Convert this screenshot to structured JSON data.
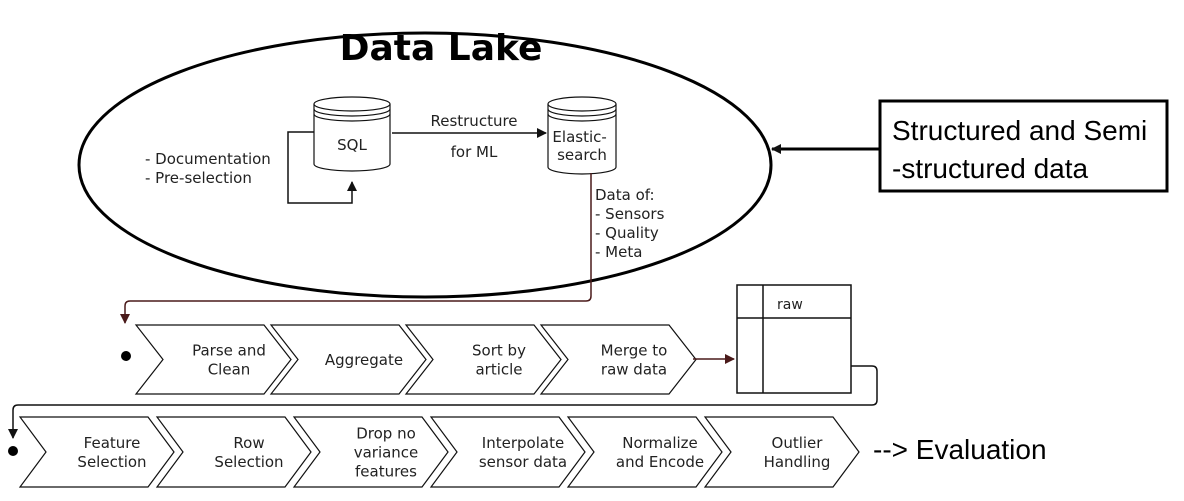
{
  "lake": {
    "title": "Data Lake",
    "sql_label": "SQL",
    "es_label": [
      "Elastic-",
      "search"
    ],
    "restructure": [
      "Restructure",
      "for ML"
    ],
    "notes": [
      "- Documentation",
      "- Pre-selection"
    ],
    "data_of": [
      "Data of:",
      "- Sensors",
      "- Quality",
      "- Meta"
    ]
  },
  "external_source": [
    "Structured and Semi",
    "-structured data"
  ],
  "table_label": "raw",
  "row1_steps": [
    [
      "Parse and",
      "Clean"
    ],
    [
      "Aggregate"
    ],
    [
      "Sort by",
      "article"
    ],
    [
      "Merge to",
      "raw data"
    ]
  ],
  "row2_steps": [
    [
      "Feature",
      "Selection"
    ],
    [
      "Row",
      "Selection"
    ],
    [
      "Drop no",
      "variance",
      "features"
    ],
    [
      "Interpolate",
      "sensor data"
    ],
    [
      "Normalize",
      "and Encode"
    ],
    [
      "Outlier",
      "Handling"
    ]
  ],
  "evaluation": "--> Evaluation",
  "colors": {
    "line": "#111111",
    "flow_arrow": "#4a1a1a"
  }
}
